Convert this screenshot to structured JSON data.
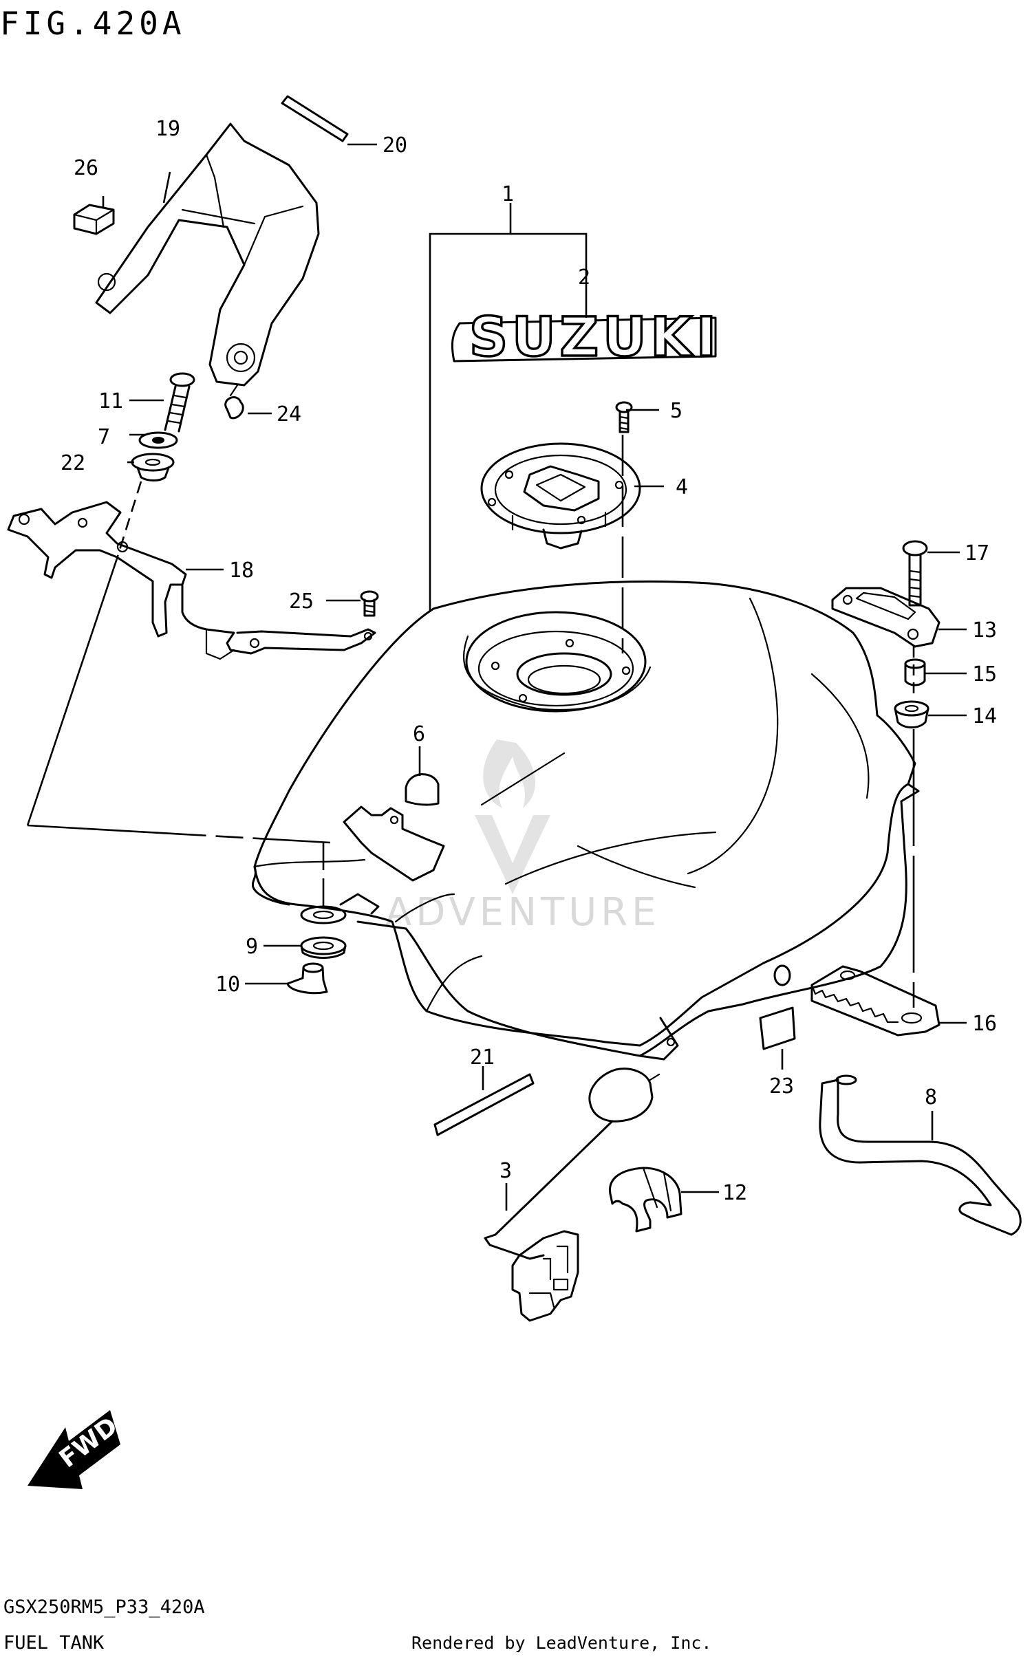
{
  "figure": {
    "title": "FIG.420A",
    "model_code": "GSX250RM5_P33_420A",
    "section_name": "FUEL TANK",
    "credit": "Rendered by LeadVenture, Inc.",
    "watermark": "ADVENTURE",
    "brand_decal": "SUZUKI",
    "direction_badge": "FWD"
  },
  "callouts": [
    {
      "id": "c1",
      "number": "1"
    },
    {
      "id": "c2",
      "number": "2"
    },
    {
      "id": "c3",
      "number": "3"
    },
    {
      "id": "c4",
      "number": "4"
    },
    {
      "id": "c5",
      "number": "5"
    },
    {
      "id": "c6",
      "number": "6"
    },
    {
      "id": "c7",
      "number": "7"
    },
    {
      "id": "c8",
      "number": "8"
    },
    {
      "id": "c9",
      "number": "9"
    },
    {
      "id": "c10",
      "number": "10"
    },
    {
      "id": "c11",
      "number": "11"
    },
    {
      "id": "c12",
      "number": "12"
    },
    {
      "id": "c13",
      "number": "13"
    },
    {
      "id": "c14",
      "number": "14"
    },
    {
      "id": "c15",
      "number": "15"
    },
    {
      "id": "c16",
      "number": "16"
    },
    {
      "id": "c17",
      "number": "17"
    },
    {
      "id": "c18",
      "number": "18"
    },
    {
      "id": "c19",
      "number": "19"
    },
    {
      "id": "c20",
      "number": "20"
    },
    {
      "id": "c21",
      "number": "21"
    },
    {
      "id": "c22",
      "number": "22"
    },
    {
      "id": "c23",
      "number": "23"
    },
    {
      "id": "c24",
      "number": "24"
    },
    {
      "id": "c25",
      "number": "25"
    },
    {
      "id": "c26",
      "number": "26"
    }
  ]
}
